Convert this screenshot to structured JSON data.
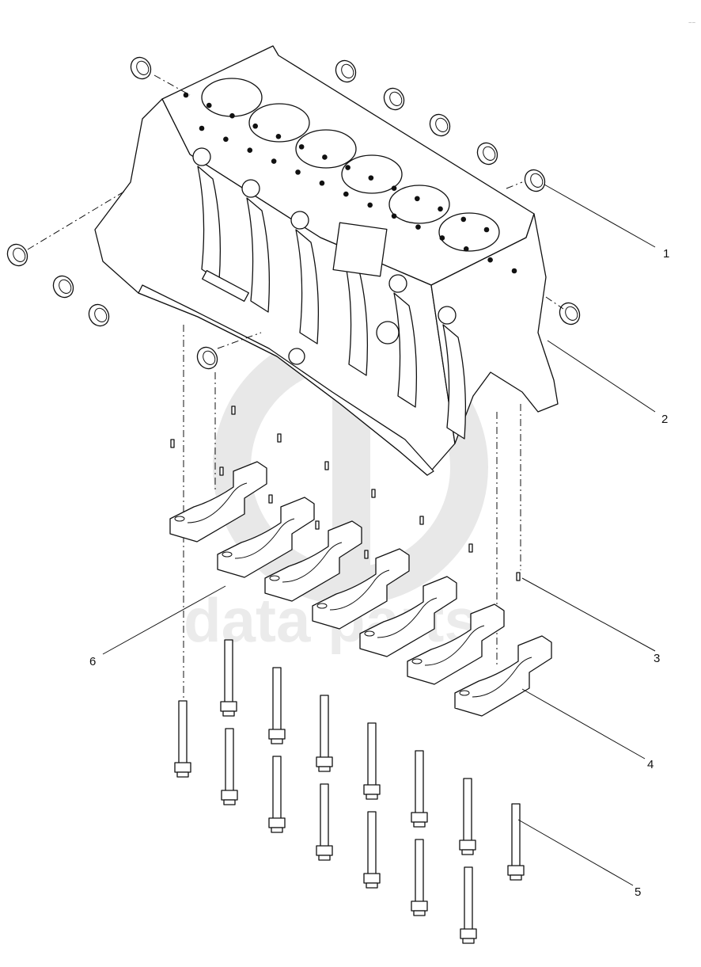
{
  "watermark": {
    "text": "data parts",
    "color": "#dcdcdc"
  },
  "corner_mark": "⌢⌢",
  "callouts": [
    {
      "id": "callout-1",
      "label": "1"
    },
    {
      "id": "callout-2",
      "label": "2"
    },
    {
      "id": "callout-3",
      "label": "3"
    },
    {
      "id": "callout-4",
      "label": "4"
    },
    {
      "id": "callout-5",
      "label": "5"
    },
    {
      "id": "callout-6",
      "label": "6"
    }
  ],
  "parts": {
    "item_1": "plug",
    "item_2": "cylinder block",
    "item_3": "dowel pin",
    "item_4": "main bearing cap",
    "item_5": "bolt",
    "item_6": "main bearing cap"
  }
}
